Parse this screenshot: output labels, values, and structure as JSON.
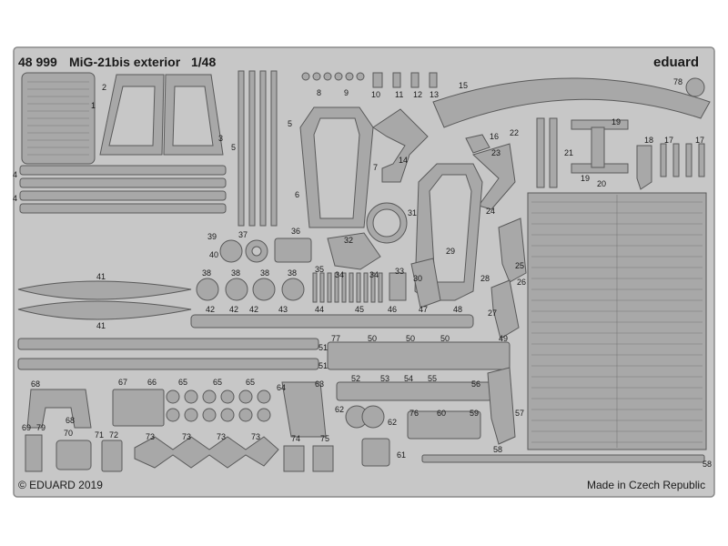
{
  "header": {
    "catalog_number": "48 999",
    "title": "MiG-21bis exterior",
    "scale": "1/48",
    "brand": "eduard"
  },
  "footer": {
    "copyright": "© EDUARD 2019",
    "origin": "Made in Czech Republic"
  },
  "part_numbers": {
    "n1": "1",
    "n2": "2",
    "n3": "3",
    "n4a": "4",
    "n4b": "4",
    "n5a": "5",
    "n5b": "5",
    "n6": "6",
    "n7": "7",
    "n8": "8",
    "n9": "9",
    "n10": "10",
    "n11": "11",
    "n12": "12",
    "n13": "13",
    "n14": "14",
    "n15": "15",
    "n16": "16",
    "n17a": "17",
    "n17b": "17",
    "n18": "18",
    "n19a": "19",
    "n19b": "19",
    "n20": "20",
    "n21": "21",
    "n22": "22",
    "n23": "23",
    "n24": "24",
    "n25": "25",
    "n26": "26",
    "n27": "27",
    "n28": "28",
    "n29": "29",
    "n30": "30",
    "n31": "31",
    "n32": "32",
    "n33": "33",
    "n34a": "34",
    "n34b": "34",
    "n35": "35",
    "n36": "36",
    "n37": "37",
    "n38a": "38",
    "n38b": "38",
    "n38c": "38",
    "n38d": "38",
    "n39": "39",
    "n40": "40",
    "n41a": "41",
    "n41b": "41",
    "n42a": "42",
    "n42b": "42",
    "n42c": "42",
    "n43": "43",
    "n44": "44",
    "n45": "45",
    "n46": "46",
    "n47": "47",
    "n48": "48",
    "n49": "49",
    "n50a": "50",
    "n50b": "50",
    "n50c": "50",
    "n51a": "51",
    "n51b": "51",
    "n52": "52",
    "n53": "53",
    "n54": "54",
    "n55": "55",
    "n56": "56",
    "n57": "57",
    "n58a": "58",
    "n58b": "58",
    "n59": "59",
    "n60": "60",
    "n61": "61",
    "n62a": "62",
    "n62b": "62",
    "n63": "63",
    "n64": "64",
    "n65a": "65",
    "n65b": "65",
    "n65c": "65",
    "n66": "66",
    "n67": "67",
    "n68a": "68",
    "n68b": "68",
    "n69": "69",
    "n70": "70",
    "n71": "71",
    "n72": "72",
    "n73a": "73",
    "n73b": "73",
    "n73c": "73",
    "n73d": "73",
    "n74": "74",
    "n75": "75",
    "n76": "76",
    "n77": "77",
    "n78": "78",
    "n79": "79"
  },
  "colors": {
    "fret": "#c7c7c7",
    "fret_edge": "#8a8a8a",
    "part": "#a8a8a8",
    "part_edge": "#5a5a5a",
    "hole": "#ffffff"
  }
}
